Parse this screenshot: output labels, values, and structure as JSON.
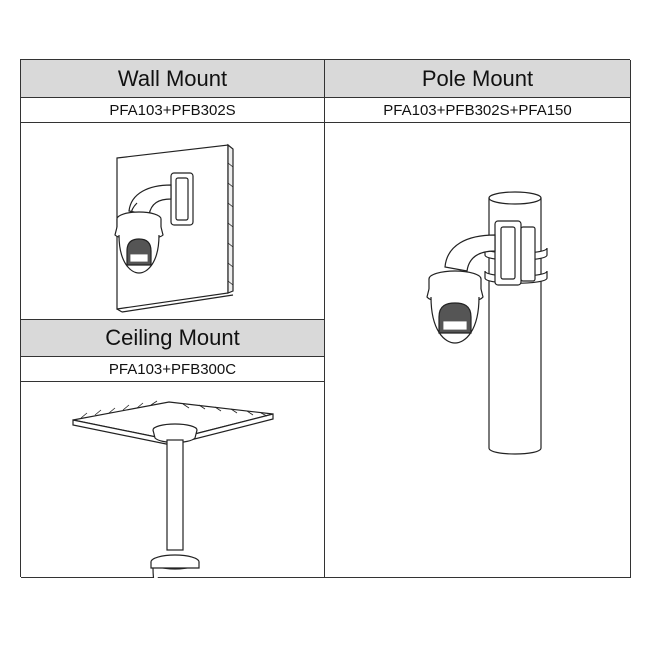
{
  "wall": {
    "title": "Wall Mount",
    "model": "PFA103+PFB302S"
  },
  "pole": {
    "title": "Pole Mount",
    "model": "PFA103+PFB302S+PFA150"
  },
  "ceiling": {
    "title": "Ceiling Mount",
    "model": "PFA103+PFB300C"
  },
  "colors": {
    "header_bg": "#d9d9d9",
    "border": "#333333",
    "line": "#222222"
  },
  "icons": [
    "wall-mount-camera-icon",
    "pole-mount-camera-icon",
    "ceiling-mount-camera-icon"
  ]
}
